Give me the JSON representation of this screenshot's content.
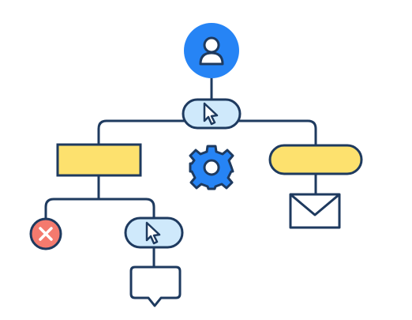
{
  "diagram": {
    "kind": "workflow-flowchart",
    "nodes": [
      {
        "id": "user",
        "shape": "circle",
        "icon": "user-icon",
        "fill": "#2684f5"
      },
      {
        "id": "decision-top",
        "shape": "pill",
        "icon": "cursor-icon",
        "fill": "#cfe9fb"
      },
      {
        "id": "settings",
        "shape": "gear",
        "icon": "gear-icon",
        "fill": "#2684f5"
      },
      {
        "id": "left-process",
        "shape": "rectangle",
        "fill": "#fde16e"
      },
      {
        "id": "right-process",
        "shape": "pill",
        "fill": "#fde16e"
      },
      {
        "id": "email",
        "shape": "envelope",
        "icon": "envelope-icon",
        "fill": "#ffffff"
      },
      {
        "id": "cancel",
        "shape": "circle",
        "icon": "close-icon",
        "fill": "#f47a6e"
      },
      {
        "id": "decision-bottom",
        "shape": "pill",
        "icon": "cursor-icon",
        "fill": "#cfe9fb"
      },
      {
        "id": "message",
        "shape": "speech-bubble",
        "icon": "chat-bubble-icon",
        "fill": "#ffffff"
      }
    ],
    "edges": [
      [
        "user",
        "decision-top"
      ],
      [
        "decision-top",
        "left-process"
      ],
      [
        "decision-top",
        "right-process"
      ],
      [
        "right-process",
        "email"
      ],
      [
        "left-process",
        "cancel"
      ],
      [
        "left-process",
        "decision-bottom"
      ],
      [
        "decision-bottom",
        "message"
      ]
    ]
  },
  "colors": {
    "stroke": "#1e3a5f",
    "accent_blue": "#2684f5",
    "light_blue": "#cfe9fb",
    "yellow": "#fde16e",
    "red": "#f47a6e",
    "white": "#ffffff"
  }
}
